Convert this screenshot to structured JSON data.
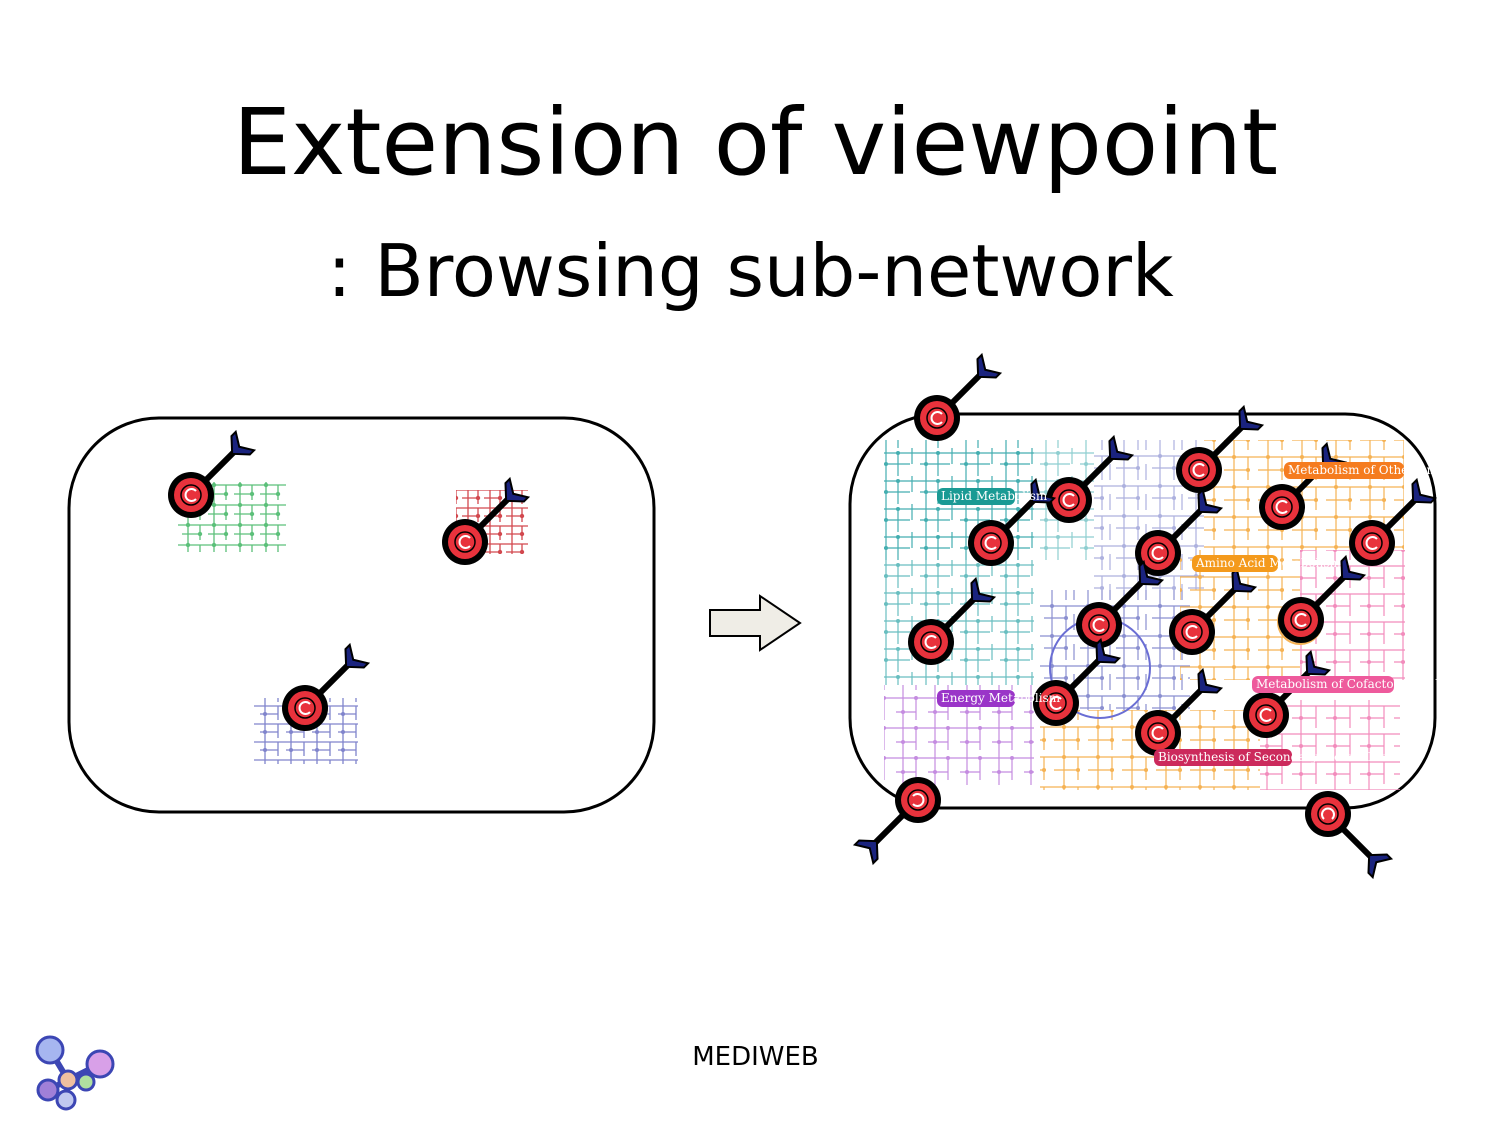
{
  "slide": {
    "title": "Extension of viewpoint",
    "subtitle": ": Browsing sub-network",
    "footer": "MEDIWEB"
  },
  "pathway_labels": {
    "lipid": "Lipid Metabolism",
    "other_amino": "Metabolism of Other Amino Acids",
    "amino": "Amino Acid Metabolism",
    "energy": "Energy Metabolism",
    "cofactors": "Metabolism of Cofactors and Vitamins",
    "secondary": "Biosynthesis of Secondary Metabolites"
  },
  "colors": {
    "lipid": "#1a9a94",
    "other_amino": "#f57c1f",
    "amino": "#f49a1c",
    "energy": "#9a35c8",
    "cofactors": "#ee5a9c",
    "secondary": "#cc2a5c",
    "target_red": "#e8323c",
    "dart_fletch": "#1a237e"
  },
  "icons": [
    "target-dart-icon",
    "right-arrow-icon",
    "mediweb-logo-icon"
  ]
}
